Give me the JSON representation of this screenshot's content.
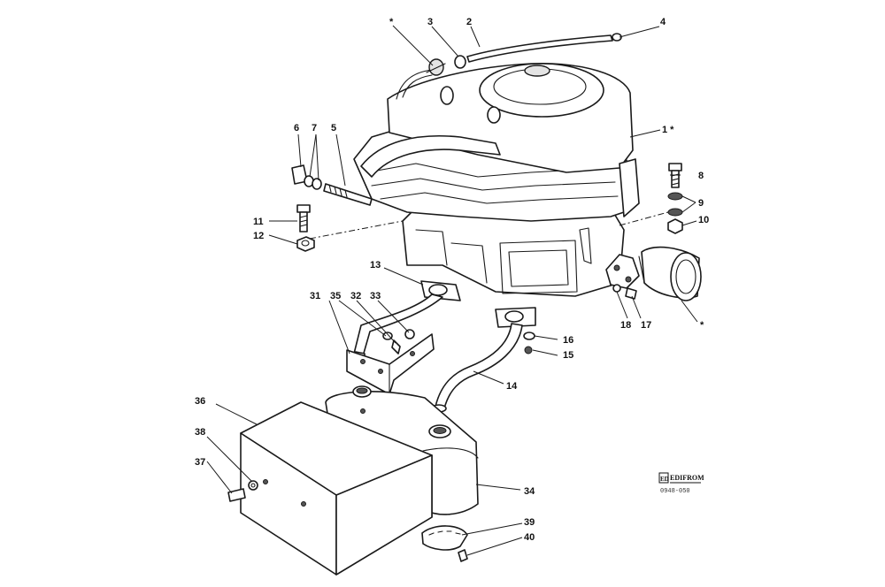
{
  "diagram": {
    "callouts": [
      {
        "id": "c-star-top",
        "label": "*"
      },
      {
        "id": "c3",
        "label": "3"
      },
      {
        "id": "c2",
        "label": "2"
      },
      {
        "id": "c4",
        "label": "4"
      },
      {
        "id": "c1",
        "label": "1 *"
      },
      {
        "id": "c6",
        "label": "6"
      },
      {
        "id": "c7",
        "label": "7"
      },
      {
        "id": "c5",
        "label": "5"
      },
      {
        "id": "c8",
        "label": "8"
      },
      {
        "id": "c9",
        "label": "9"
      },
      {
        "id": "c10",
        "label": "10"
      },
      {
        "id": "c11",
        "label": "11"
      },
      {
        "id": "c12",
        "label": "12"
      },
      {
        "id": "c13",
        "label": "13"
      },
      {
        "id": "c31",
        "label": "31"
      },
      {
        "id": "c35",
        "label": "35"
      },
      {
        "id": "c32",
        "label": "32"
      },
      {
        "id": "c33",
        "label": "33"
      },
      {
        "id": "c18",
        "label": "18"
      },
      {
        "id": "c17",
        "label": "17"
      },
      {
        "id": "c-star-filter",
        "label": "*"
      },
      {
        "id": "c16",
        "label": "16"
      },
      {
        "id": "c15",
        "label": "15"
      },
      {
        "id": "c14",
        "label": "14"
      },
      {
        "id": "c36",
        "label": "36"
      },
      {
        "id": "c38",
        "label": "38"
      },
      {
        "id": "c37",
        "label": "37"
      },
      {
        "id": "c34",
        "label": "34"
      },
      {
        "id": "c39",
        "label": "39"
      },
      {
        "id": "c40",
        "label": "40"
      }
    ],
    "publisher": {
      "mark": "ED",
      "name": "EDIFROM",
      "code": "0948-050"
    }
  }
}
